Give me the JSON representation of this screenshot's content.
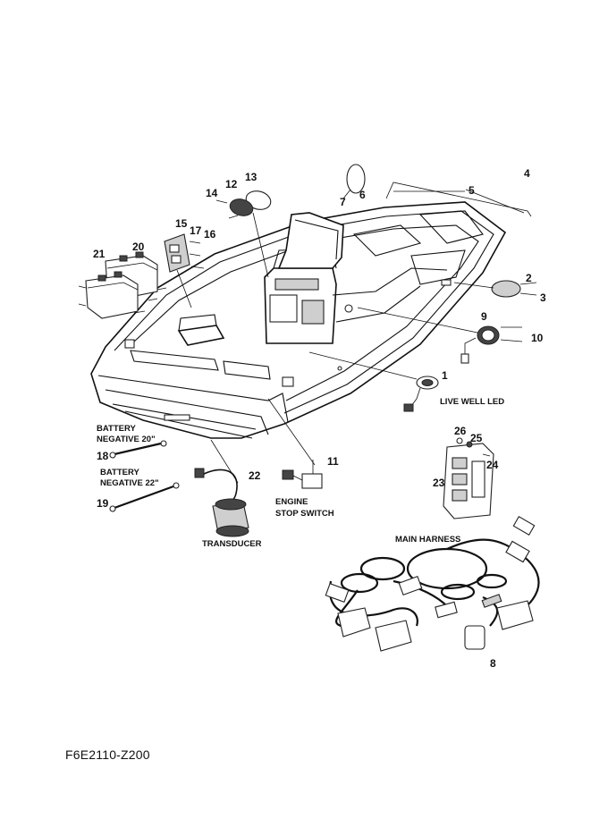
{
  "document_code": "F6E2110-Z200",
  "callouts": {
    "c1": "1",
    "c2": "2",
    "c3": "3",
    "c4": "4",
    "c5": "5",
    "c6": "6",
    "c7": "7",
    "c8": "8",
    "c9": "9",
    "c10": "10",
    "c11": "11",
    "c12": "12",
    "c13": "13",
    "c14": "14",
    "c15": "15",
    "c16": "16",
    "c17": "17",
    "c18": "18",
    "c19": "19",
    "c20": "20",
    "c21": "21",
    "c22": "22",
    "c23": "23",
    "c24": "24",
    "c25": "25",
    "c26": "26"
  },
  "labels": {
    "live_well_led": "LIVE WELL LED",
    "battery_neg_20_l1": "BATTERY",
    "battery_neg_20_l2": "NEGATIVE 20\"",
    "battery_neg_22_l1": "BATTERY",
    "battery_neg_22_l2": "NEGATIVE 22\"",
    "engine_stop_l1": "ENGINE",
    "engine_stop_l2": "STOP SWITCH",
    "transducer": "TRANSDUCER",
    "main_harness": "MAIN HARNESS"
  }
}
